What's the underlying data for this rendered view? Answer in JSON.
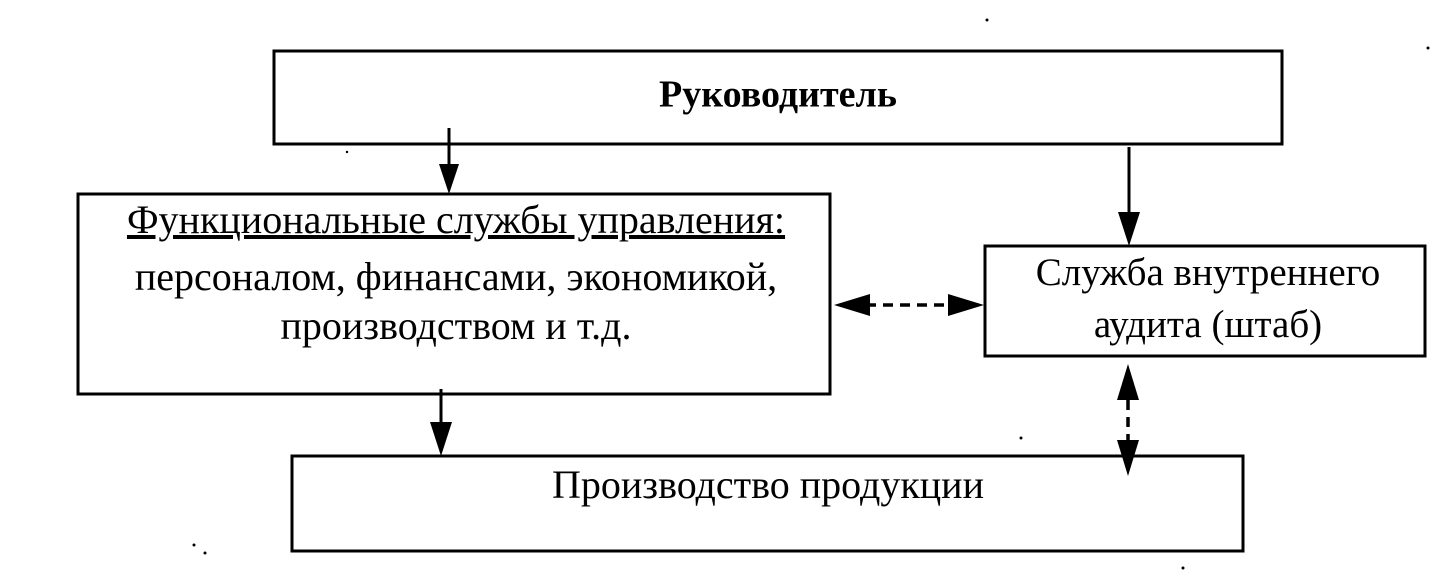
{
  "diagram": {
    "head": {
      "label": "Руководитель"
    },
    "functional": {
      "title": "Функциональные службы управления:",
      "line1": "персоналом, финансами, экономикой,",
      "line2": "производством и т.д."
    },
    "audit": {
      "line1": "Служба внутреннего",
      "line2": "аудита (штаб)"
    },
    "production": {
      "label": "Производство продукции"
    }
  }
}
